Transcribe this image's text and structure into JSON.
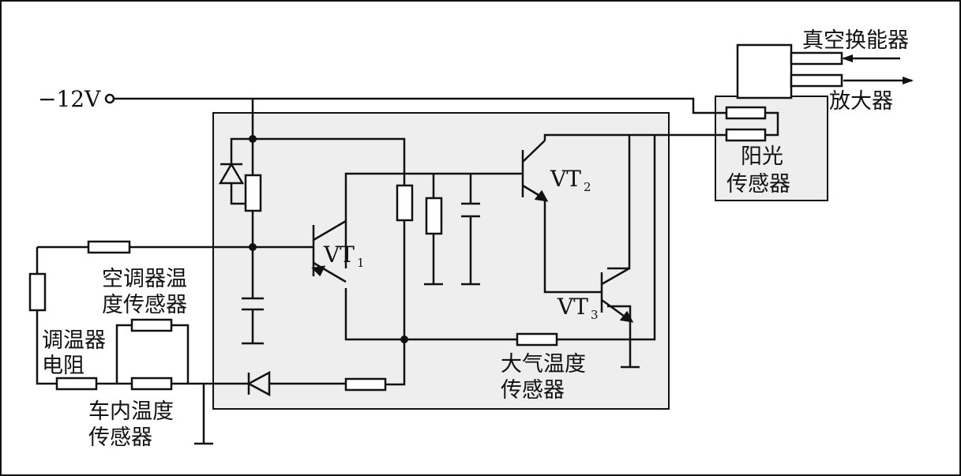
{
  "labels": {
    "supply_voltage": "−12V",
    "vacuum_transducer": "真空换能器",
    "amplifier": "放大器",
    "sunlight_sensor_line1": "阳光",
    "sunlight_sensor_line2": "传感器",
    "ac_temp_sensor_line1": "空调器温",
    "ac_temp_sensor_line2": "度传感器",
    "thermostat_resistor_line1": "调温器",
    "thermostat_resistor_line2": "电阻",
    "cabin_temp_sensor_line1": "车内温度",
    "cabin_temp_sensor_line2": "传感器",
    "ambient_temp_sensor_line1": "大气温度",
    "ambient_temp_sensor_line2": "传感器",
    "vt1": "VT",
    "vt1_sub": "1",
    "vt2": "VT",
    "vt2_sub": "2",
    "vt3": "VT",
    "vt3_sub": "3"
  },
  "colors": {
    "line": "#111111",
    "module_fill": "#eeeeee",
    "background": "#ffffff"
  }
}
